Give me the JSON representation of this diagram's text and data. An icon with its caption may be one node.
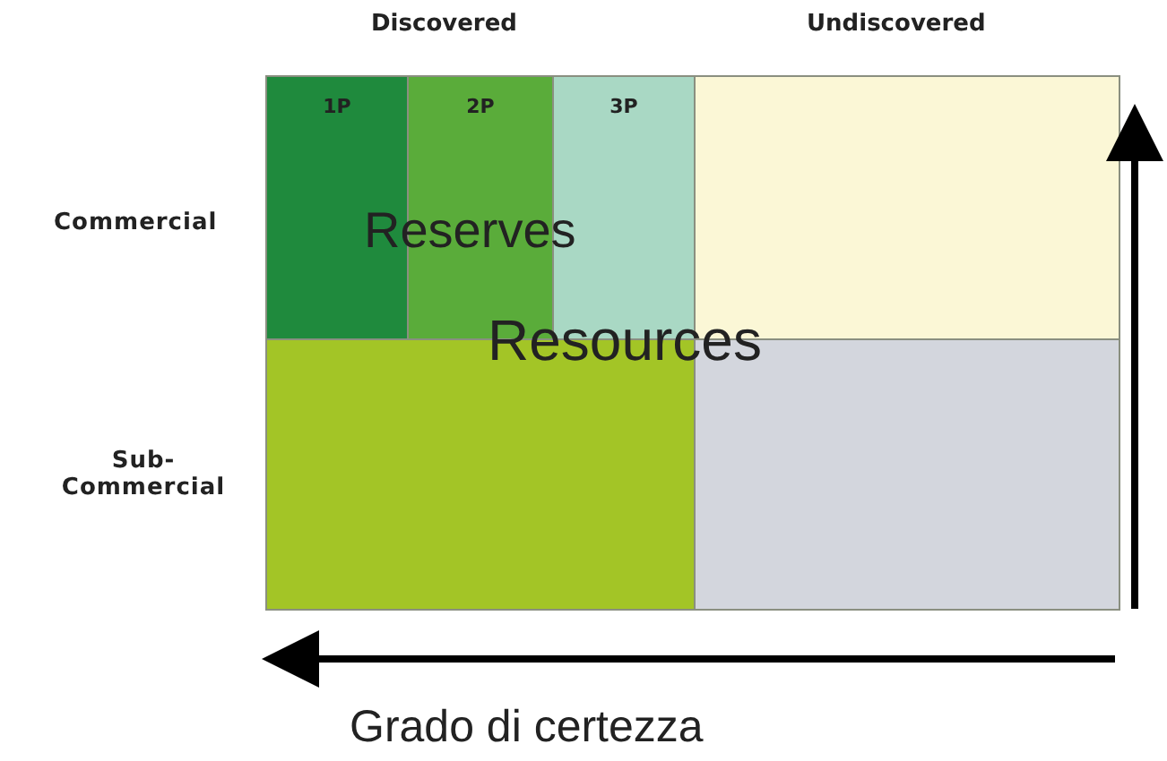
{
  "diagram": {
    "nodes": [
      {
        "text": [
          "1P"
        ]
      },
      {
        "text": [
          "2P"
        ]
      },
      {
        "text": [
          "3P"
        ]
      },
      {
        "text": [],
        "shape": "box"
      },
      {
        "text": [],
        "shape": "box"
      },
      {
        "text": [],
        "shape": "box"
      }
    ],
    "labels": [
      "Discovered",
      "Undiscovered",
      "Commercial",
      "Reserves",
      "Resources",
      "Sub- Commercial",
      "Grado di certezza"
    ]
  }
}
